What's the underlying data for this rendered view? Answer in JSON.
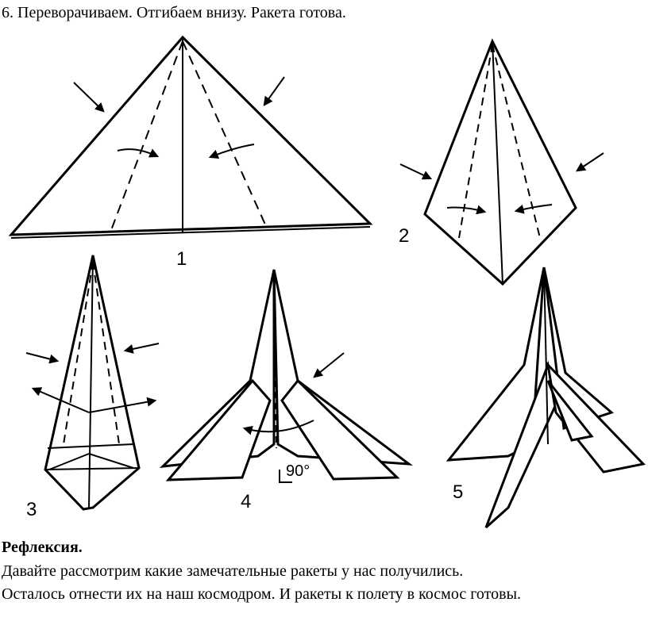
{
  "heading": "6. Переворачиваем.  Отгибаем внизу. Ракета готова.",
  "figure_labels": [
    "1",
    "2",
    "3",
    "4",
    "5"
  ],
  "angle_label": "90°",
  "reflection": {
    "title": "Рефлексия.",
    "line1": "Давайте рассмотрим какие замечательные ракеты у нас получились.",
    "line2": "Осталось отнести их на наш космодром. И ракеты к полету в космос готовы."
  }
}
